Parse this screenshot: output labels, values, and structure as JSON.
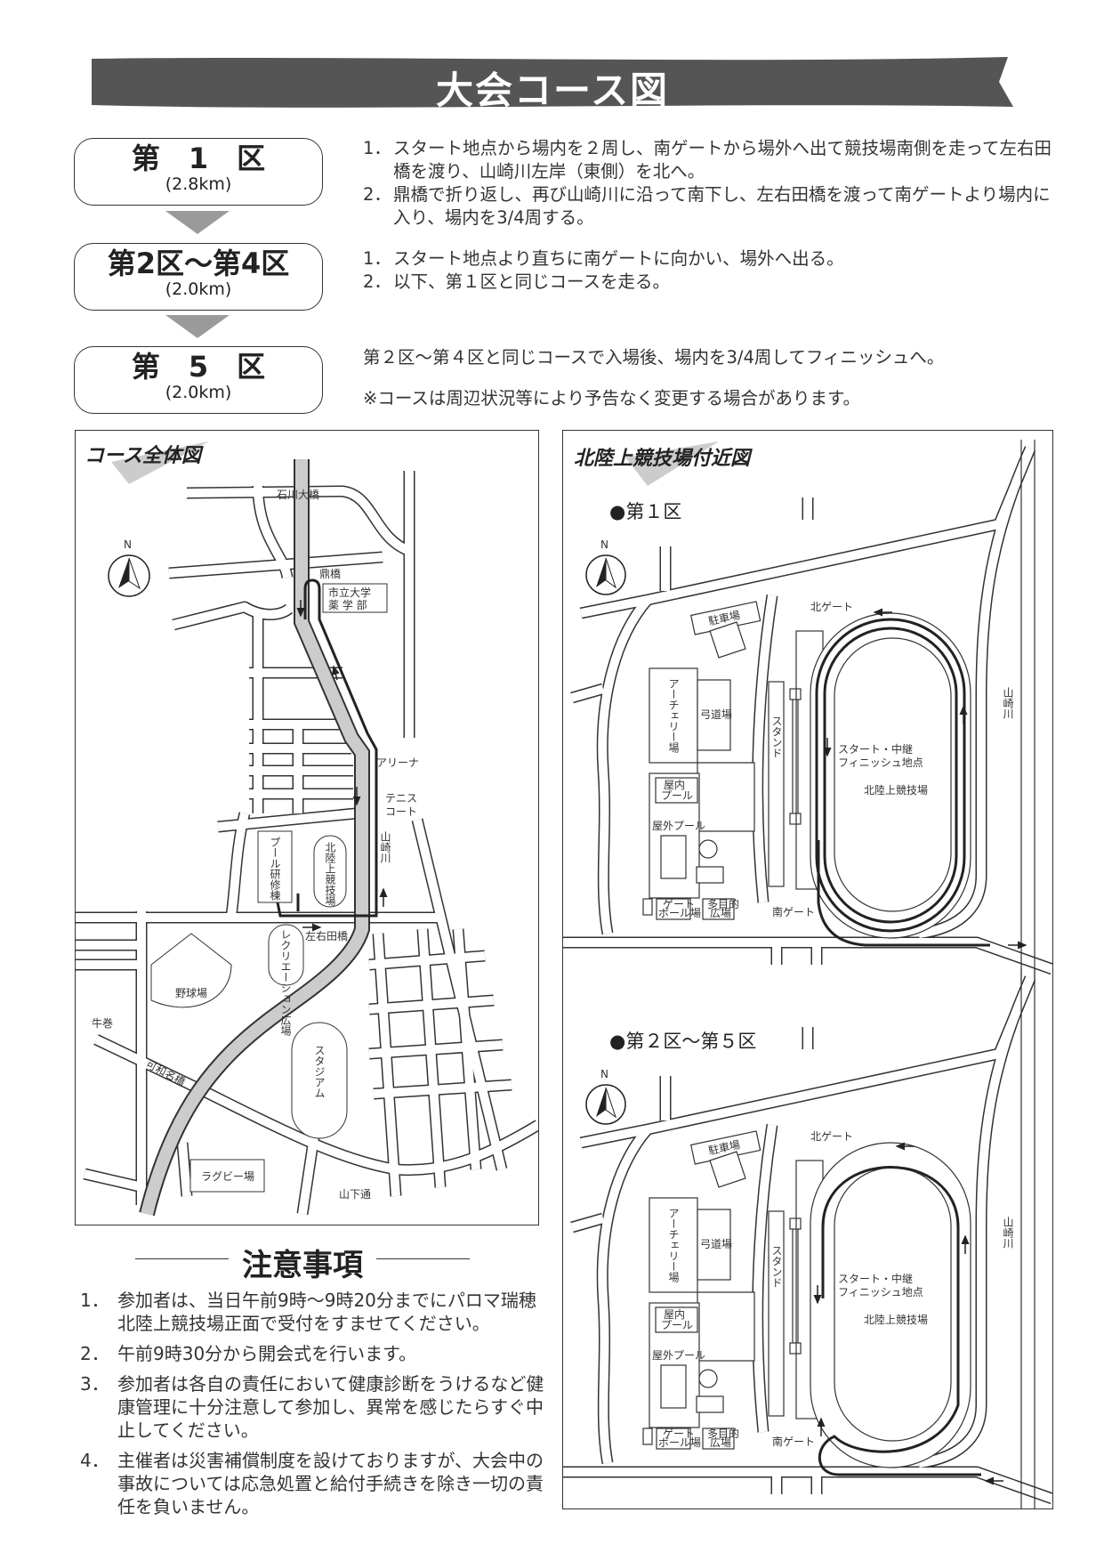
{
  "banner": {
    "title": "大会コース図"
  },
  "sections": [
    {
      "name": "第　1　区",
      "distance": "(2.8km)",
      "lines": [
        {
          "num": "1．",
          "text": "スタート地点から場内を２周し、南ゲートから場外へ出て競技場南側を走って左右田橋を渡り、山崎川左岸（東側）を北へ。"
        },
        {
          "num": "2．",
          "text": "鼎橋で折り返し、再び山崎川に沿って南下し、左右田橋を渡って南ゲートより場内に入り、場内を3/4周する。"
        }
      ]
    },
    {
      "name": "第2区～第4区",
      "distance": "(2.0km)",
      "lines": [
        {
          "num": "1．",
          "text": "スタート地点より直ちに南ゲートに向かい、場外へ出る。"
        },
        {
          "num": "2．",
          "text": "以下、第１区と同じコースを走る。"
        }
      ]
    },
    {
      "name": "第　5　区",
      "distance": "(2.0km)",
      "lines": [
        {
          "num": "",
          "text": "第２区～第４区と同じコースで入場後、場内を3/4周してフィニッシュへ。"
        },
        {
          "num": "",
          "text": "※コースは周辺状況等により予告なく変更する場合があります。"
        }
      ]
    }
  ],
  "overall_map": {
    "title": "コース全体図",
    "north": "N",
    "labels": {
      "ishikawa_bridge": "石川大橋",
      "kanae_bridge": "鼎橋",
      "univ_line1": "市立大学",
      "univ_line2": "薬 学 部",
      "arena": "アリーナ",
      "tennis_line1": "テニス",
      "tennis_line2": "コート",
      "river": "山崎川",
      "pool_training": "プール研修棟",
      "athletics_stadium": "北陸上競技場",
      "souda_bridge": "左右田橋",
      "recreation_plaza": "レクリエーション広場",
      "baseball": "野球場",
      "ushimaki": "牛巻",
      "kawana_bridge": "可和名橋",
      "stadium": "スタジアム",
      "rugby": "ラグビー場",
      "yamashita_street": "山下通"
    }
  },
  "stadium_map": {
    "title": "北陸上競技場付近図",
    "north": "N",
    "leg1_heading": "●第１区",
    "leg25_heading": "●第２区～第５区",
    "labels": {
      "north_gate": "北ゲート",
      "parking": "駐車場",
      "archery": "アーチェリー場",
      "kyudo": "弓道場",
      "stand": "スタンド",
      "indoor_pool_1": "屋内",
      "indoor_pool_2": "プール",
      "outdoor_pool": "屋外プール",
      "gateball_1": "ゲート",
      "gateball_2": "ボール場",
      "multipurpose_1": "多目的",
      "multipurpose_2": "広場",
      "south_gate": "南ゲート",
      "start_1": "スタート・中継",
      "start_2": "フィニッシュ地点",
      "stadium_name": "北陸上競技場",
      "river": "山崎川"
    }
  },
  "notes": {
    "heading": "注意事項",
    "items": [
      {
        "num": "1．",
        "text": "参加者は、当日午前9時～9時20分までにパロマ瑞穂北陸上競技場正面で受付をすませてください。"
      },
      {
        "num": "2．",
        "text": "午前9時30分から開会式を行います。"
      },
      {
        "num": "3．",
        "text": "参加者は各自の責任において健康診断をうけるなど健康管理に十分注意して参加し、異常を感じたらすぐ中止してください。"
      },
      {
        "num": "4．",
        "text": "主催者は災害補償制度を設けておりますが、大会中の事故については応急処置と給付手続きを除き一切の責任を負いません。"
      }
    ]
  },
  "colors": {
    "banner": "#555555",
    "arrow": "#9a9a9a",
    "median": "#cccccc",
    "course": "#222222"
  }
}
